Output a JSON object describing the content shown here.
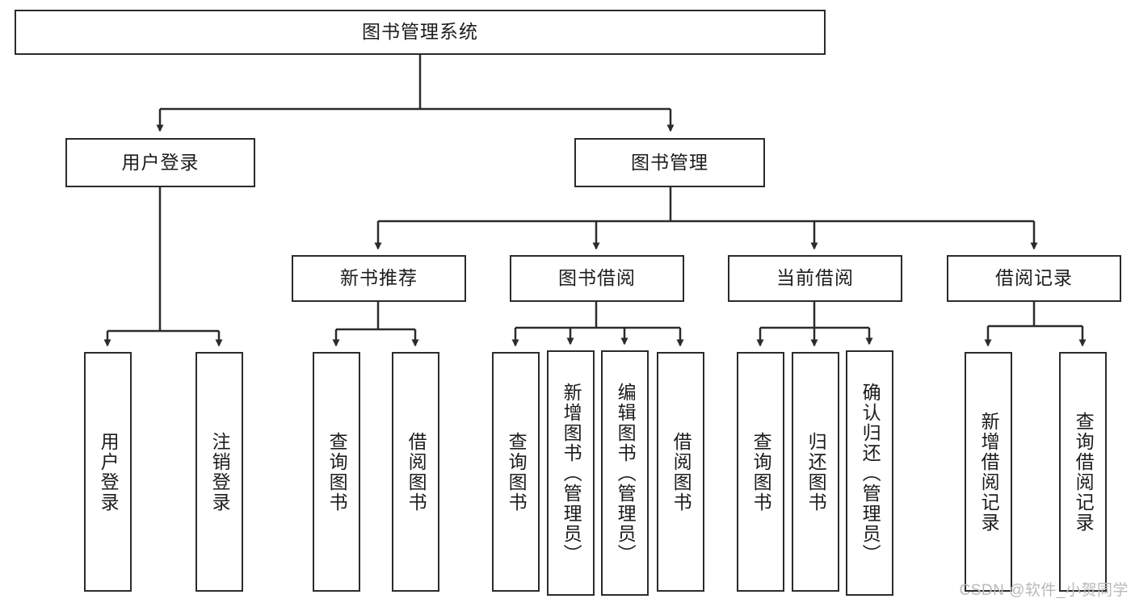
{
  "diagram": {
    "title": "图书管理系统",
    "type": "tree-hierarchy-chart",
    "colors": {
      "border": "#2b2b2b",
      "fill": "#ffffff",
      "text": "#1c1c1c",
      "edge": "#2b2b2b",
      "watermark": "#b9b9b9"
    },
    "root": {
      "label": "图书管理系统"
    },
    "level2": [
      {
        "label": "用户登录"
      },
      {
        "label": "图书管理"
      }
    ],
    "level3": [
      {
        "label": "新书推荐"
      },
      {
        "label": "图书借阅"
      },
      {
        "label": "当前借阅"
      },
      {
        "label": "借阅记录"
      }
    ],
    "leaves": {
      "user_login": [
        {
          "label": "用户登录"
        },
        {
          "label": "注销登录"
        }
      ],
      "new_book_recommend": [
        {
          "label": "查询图书"
        },
        {
          "label": "借阅图书"
        }
      ],
      "book_borrow": [
        {
          "label": "查询图书"
        },
        {
          "label": "新增图书（管理员）"
        },
        {
          "label": "编辑图书（管理员）"
        },
        {
          "label": "借阅图书"
        }
      ],
      "current_borrow": [
        {
          "label": "查询图书"
        },
        {
          "label": "归还图书"
        },
        {
          "label": "确认归还（管理员）"
        }
      ],
      "borrow_record": [
        {
          "label": "新增借阅记录"
        },
        {
          "label": "查询借阅记录"
        }
      ]
    }
  },
  "watermark": {
    "text": "CSDN @软件_小贺同学"
  }
}
